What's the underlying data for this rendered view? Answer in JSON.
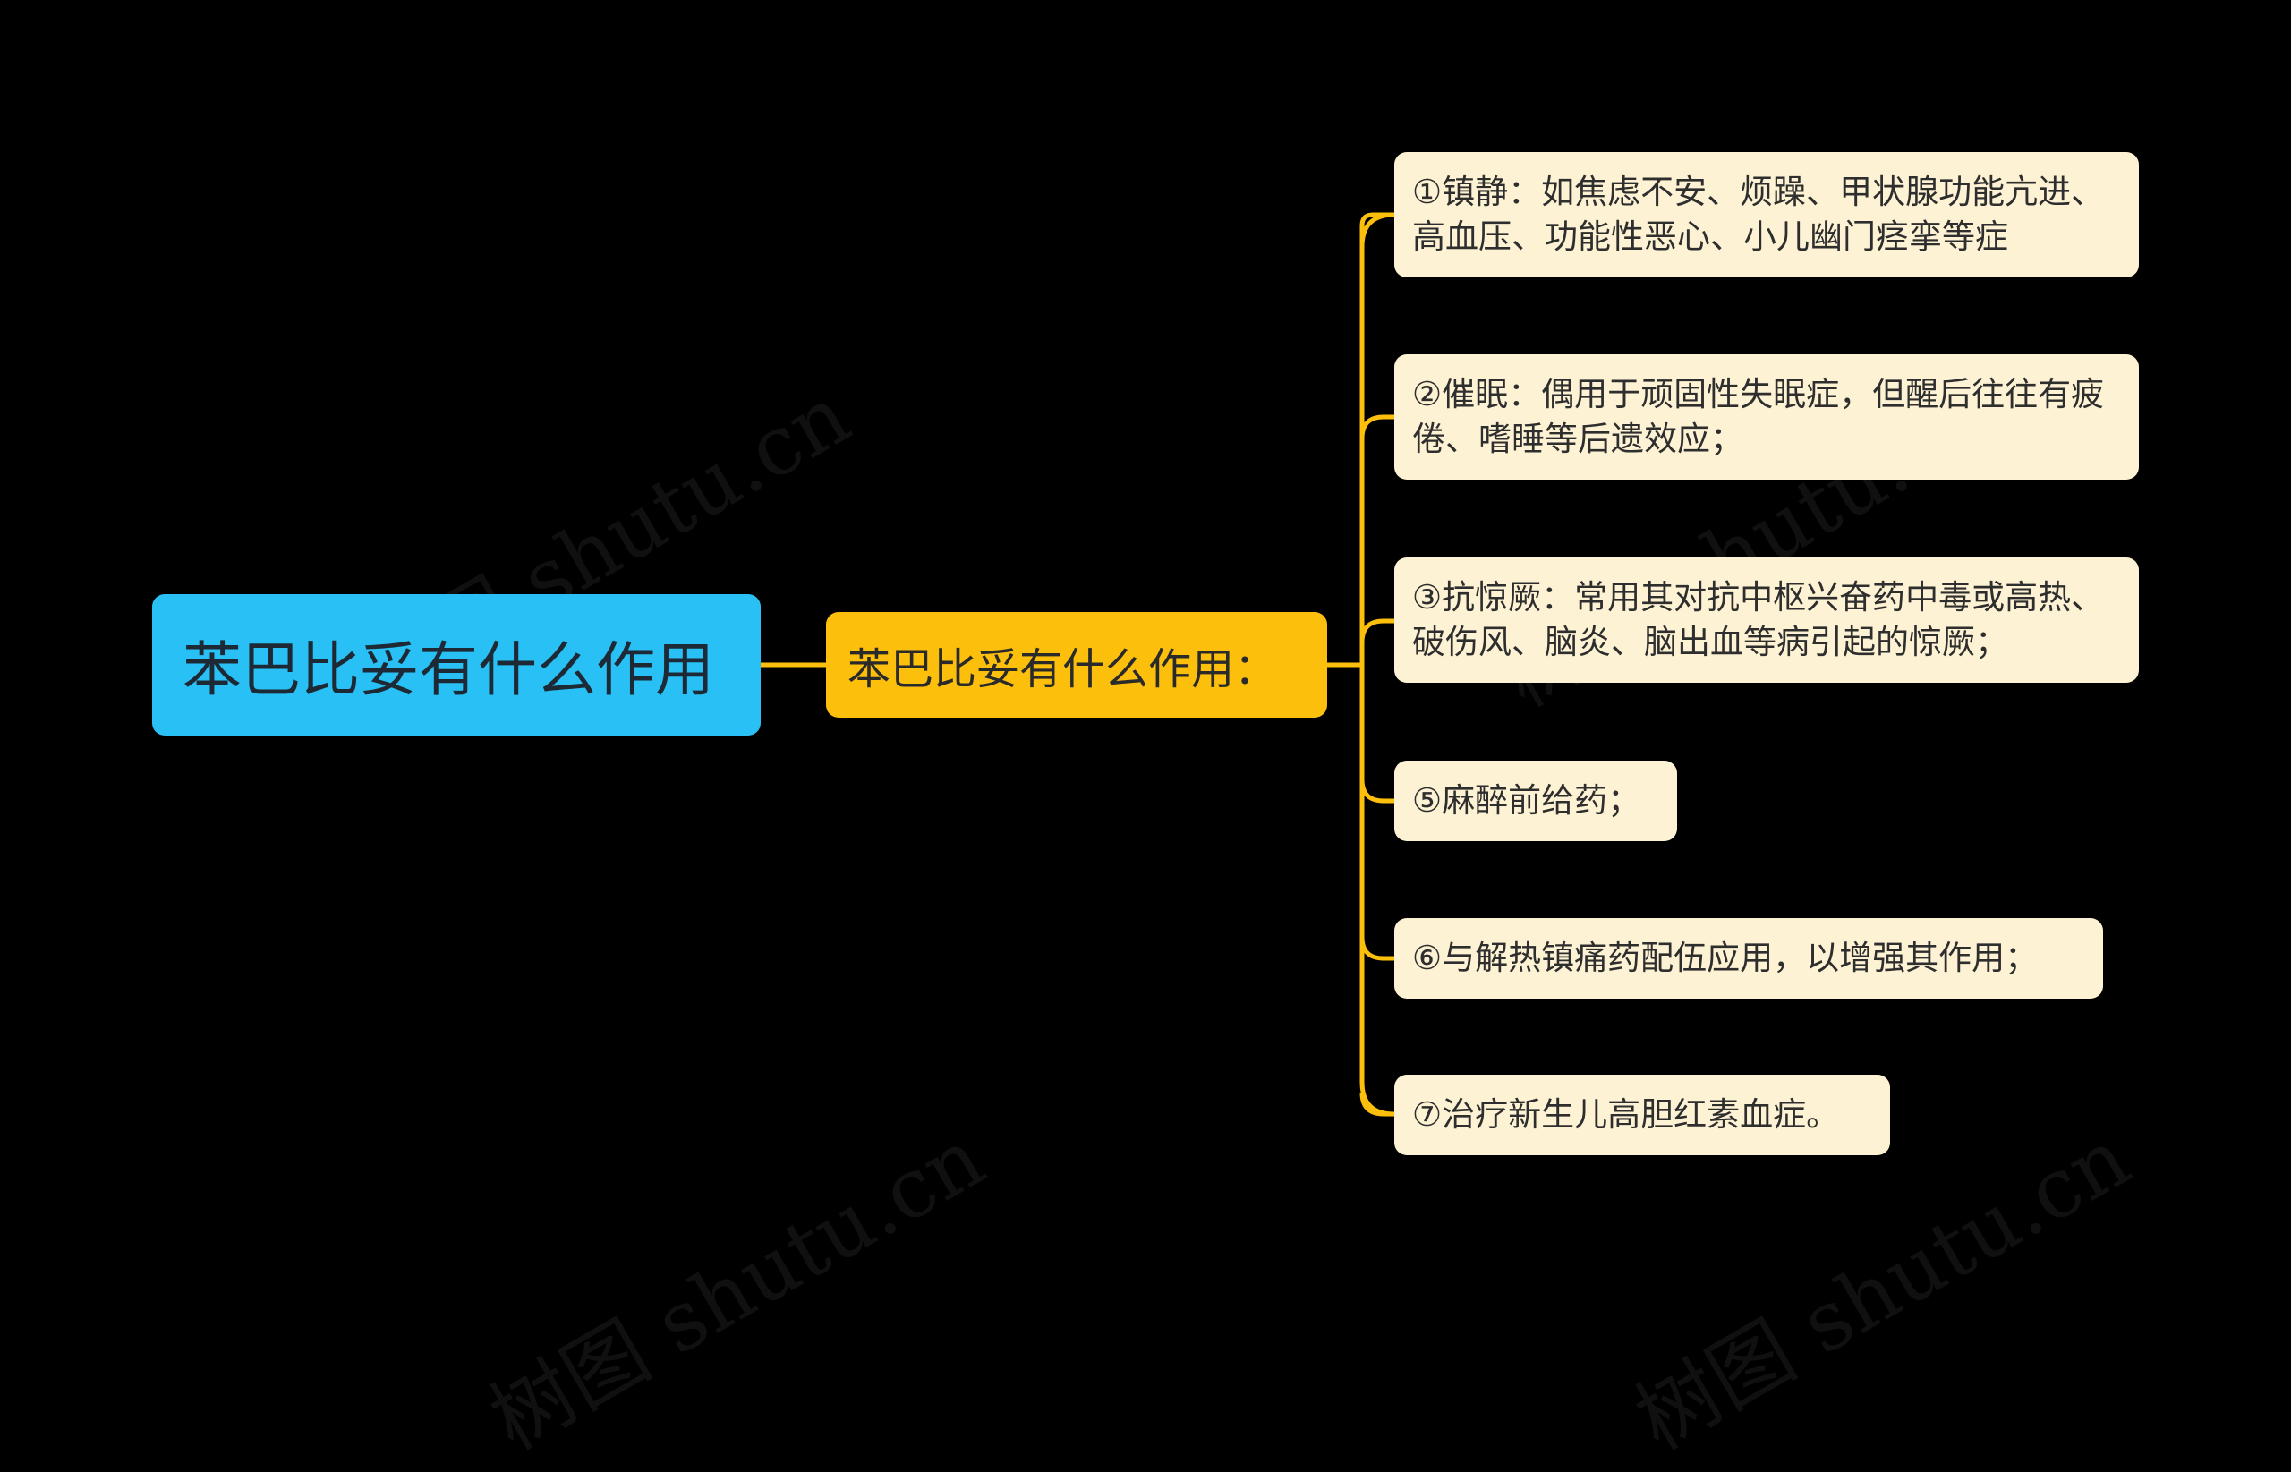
{
  "root": {
    "label": "苯巴比妥有什么作用"
  },
  "branch": {
    "label": "苯巴比妥有什么作用："
  },
  "leaves": [
    {
      "text": "①镇静：如焦虑不安、烦躁、甲状腺功能亢进、高血压、功能性恶心、小儿幽门痉挛等症"
    },
    {
      "text": "②催眠：偶用于顽固性失眠症，但醒后往往有疲倦、嗜睡等后遗效应；"
    },
    {
      "text": "③抗惊厥：常用其对抗中枢兴奋药中毒或高热、破伤风、脑炎、脑出血等病引起的惊厥；"
    },
    {
      "text": "⑤麻醉前给药；"
    },
    {
      "text": "⑥与解热镇痛药配伍应用，以增强其作用；"
    },
    {
      "text": "⑦治疗新生儿高胆红素血症。"
    }
  ],
  "watermark": {
    "text": "树图 shutu.cn"
  },
  "colors": {
    "background": "#000000",
    "root_fill": "#29c0f5",
    "branch_fill": "#fbbf0c",
    "leaf_fill": "#fdf2d3",
    "connector": "#fbbf0c"
  }
}
